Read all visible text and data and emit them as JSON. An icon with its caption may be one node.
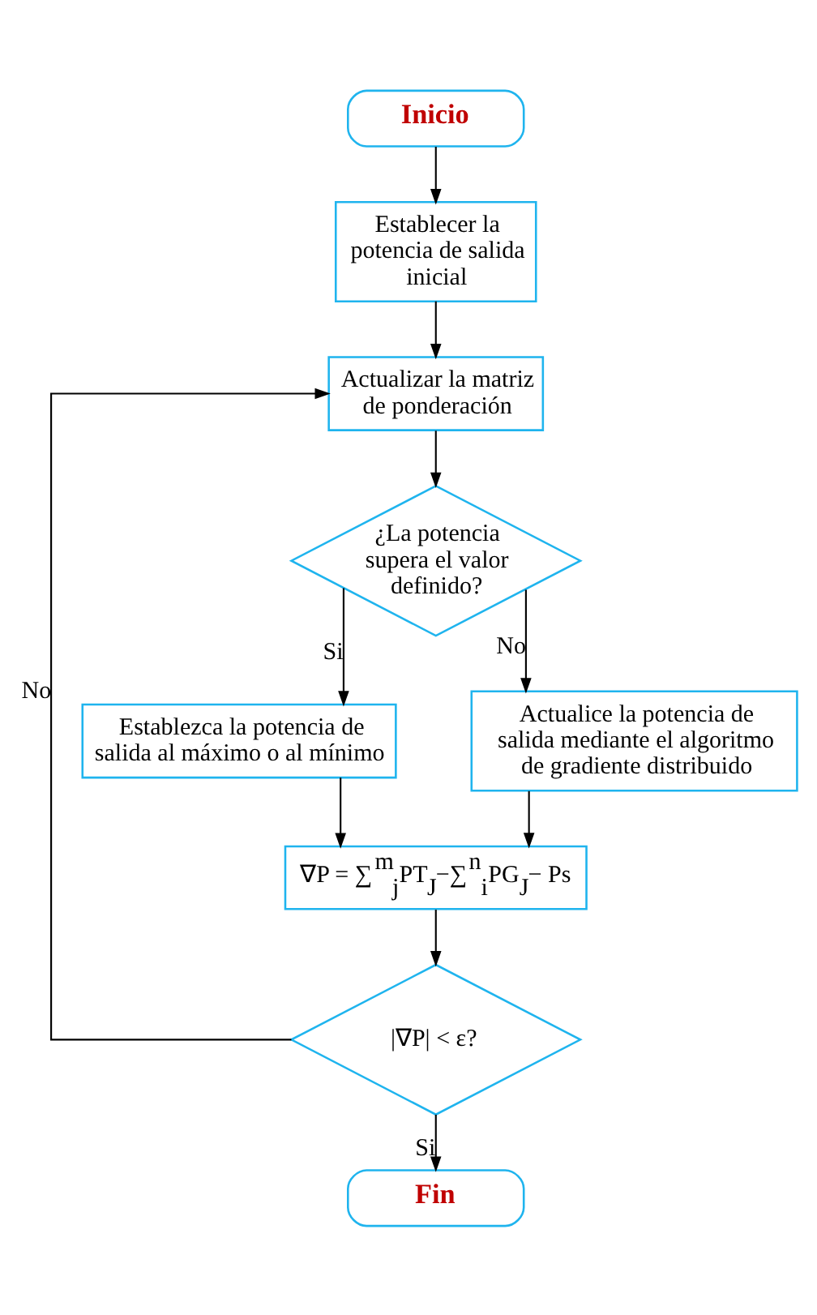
{
  "diagram": {
    "nodes": [
      {
        "text": [
          "Inicio"
        ]
      },
      {
        "text": [
          "Establecer la potencia de salida inicial"
        ]
      },
      {
        "text": [
          "Actualizar la matriz de ponderación"
        ]
      },
      {
        "text": [
          "¿La potencia supera el valor definido?"
        ]
      },
      {
        "text": [
          "Establezca la potencia de salida al máximo o al mínimo"
        ]
      },
      {
        "text": [
          "Actualice la potencia de salida mediante el algoritmo de gradiente distribuido"
        ]
      },
      {
        "text": [
          "∇P = ∑$^{m}$$_{j}$PT$_{J}$−∑$^{n}$$_{i}$PG$_{J}$− Ps"
        ]
      },
      {
        "text": [
          "|∇P| < ε?"
        ]
      },
      {
        "text": [
          "Fin"
        ]
      }
    ],
    "edges": [
      {
        "from": 0,
        "to": 1,
        "arrow": "to"
      },
      {
        "from": 1,
        "to": 2,
        "arrow": "to"
      },
      {
        "from": 2,
        "to": 3,
        "arrow": "to"
      },
      {
        "from": 3,
        "to": 4,
        "arrow": "to",
        "label": "Si"
      },
      {
        "from": 3,
        "to": 5,
        "arrow": "to",
        "label": "No"
      },
      {
        "from": 4,
        "to": 6,
        "arrow": "to"
      },
      {
        "from": 5,
        "to": 6,
        "arrow": "to"
      },
      {
        "from": 6,
        "to": 7,
        "arrow": "to"
      },
      {
        "from": 7,
        "to": 2,
        "arrow": "to",
        "label": "No"
      },
      {
        "from": 7,
        "to": 8,
        "arrow": "to",
        "label": "Si"
      }
    ]
  }
}
